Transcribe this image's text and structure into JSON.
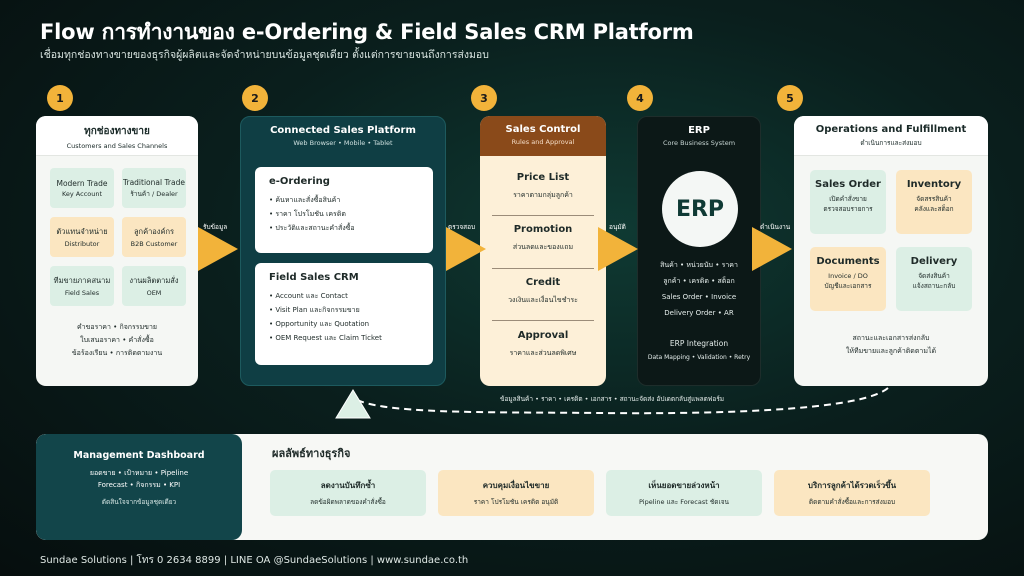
{
  "header": {
    "title": "Flow การทำงานของ e-Ordering & Field Sales CRM Platform",
    "subtitle": "เชื่อมทุกช่องทางขายของธุรกิจผู้ผลิตและจัดจำหน่ายบนข้อมูลชุดเดียว ตั้งแต่การขายจนถึงการส่งมอบ"
  },
  "steps": [
    "1",
    "2",
    "3",
    "4",
    "5"
  ],
  "stage1": {
    "title": "ทุกช่องทางขาย",
    "subtitle": "Customers and Sales Channels",
    "tiles": [
      {
        "a": "Modern Trade",
        "b": "Key Account"
      },
      {
        "a": "Traditional Trade",
        "b": "ร้านค้า / Dealer"
      },
      {
        "a": "ตัวแทนจำหน่าย",
        "b": "Distributor"
      },
      {
        "a": "ลูกค้าองค์กร",
        "b": "B2B Customer"
      },
      {
        "a": "ทีมขายภาคสนาม",
        "b": "Field Sales"
      },
      {
        "a": "งานผลิตตามสั่ง",
        "b": "OEM"
      }
    ],
    "footer": [
      "คำขอราคา • กิจกรรมขาย",
      "ใบเสนอราคา • คำสั่งซื้อ",
      "ข้อร้องเรียน • การติดตามงาน"
    ]
  },
  "stage2": {
    "title": "Connected Sales Platform",
    "subtitle": "Web Browser • Mobile • Tablet",
    "eordering": {
      "title": "e-Ordering",
      "items": [
        "• ค้นหาและสั่งซื้อสินค้า",
        "• ราคา โปรโมชัน เครดิต",
        "• ประวัติและสถานะคำสั่งซื้อ"
      ]
    },
    "crm": {
      "title": "Field Sales CRM",
      "items": [
        "• Account และ Contact",
        "• Visit Plan และกิจกรรมขาย",
        "• Opportunity และ Quotation",
        "• OEM Request และ Claim Ticket"
      ]
    }
  },
  "stage3": {
    "title": "Sales Control",
    "subtitle": "Rules and Approval",
    "items": [
      {
        "h": "Price List",
        "s": "ราคาตามกลุ่มลูกค้า"
      },
      {
        "h": "Promotion",
        "s": "ส่วนลดและของแถม"
      },
      {
        "h": "Credit",
        "s": "วงเงินและเงื่อนไขชำระ"
      },
      {
        "h": "Approval",
        "s": "ราคาและส่วนลดพิเศษ"
      }
    ]
  },
  "stage4": {
    "title": "ERP",
    "subtitle": "Core Business System",
    "circle": "ERP",
    "lines": [
      "สินค้า • หน่วยนับ • ราคา",
      "ลูกค้า • เครดิต • สต็อก",
      "Sales Order • Invoice",
      "Delivery Order • AR"
    ],
    "integration_title": "ERP Integration",
    "integration_sub": "Data Mapping • Validation • Retry"
  },
  "stage5": {
    "title": "Operations and Fulfillment",
    "subtitle": "ดำเนินการและส่งมอบ",
    "tiles": [
      {
        "h": "Sales Order",
        "s": "เปิดคำสั่งขาย\nตรวจสอบรายการ"
      },
      {
        "h": "Inventory",
        "s": "จัดสรรสินค้า\nคลังและสต็อก"
      },
      {
        "h": "Documents",
        "s": "Invoice / DO\nบัญชีและเอกสาร"
      },
      {
        "h": "Delivery",
        "s": "จัดส่งสินค้า\nแจ้งสถานะกลับ"
      }
    ],
    "footer": [
      "สถานะและเอกสารส่งกลับ",
      "ให้ทีมขายและลูกค้าติดตามได้"
    ]
  },
  "arrows": [
    "รับข้อมูล",
    "ตรวจสอบ",
    "อนุมัติ",
    "ดำเนินงาน"
  ],
  "feedback": "ข้อมูลสินค้า • ราคา • เครดิต • เอกสาร • สถานะจัดส่ง อัปเดตกลับสู่แพลตฟอร์ม",
  "dashboard": {
    "title": "Management Dashboard",
    "lines": [
      "ยอดขาย • เป้าหมาย • Pipeline",
      "Forecast • กิจกรรม • KPI"
    ],
    "note": "ตัดสินใจจากข้อมูลชุดเดียว"
  },
  "results": {
    "title": "ผลลัพธ์ทางธุรกิจ",
    "items": [
      {
        "h": "ลดงานบันทึกซ้ำ",
        "s": "ลดข้อผิดพลาดของคำสั่งซื้อ"
      },
      {
        "h": "ควบคุมเงื่อนไขขาย",
        "s": "ราคา โปรโมชัน เครดิต อนุมัติ"
      },
      {
        "h": "เห็นยอดขายล่วงหน้า",
        "s": "Pipeline และ Forecast ชัดเจน"
      },
      {
        "h": "บริการลูกค้าได้รวดเร็วขึ้น",
        "s": "ติดตามคำสั่งซื้อและการส่งมอบ"
      }
    ]
  },
  "footer": "Sundae Solutions | โทร 0 2634 8899 | LINE OA @SundaeSolutions | www.sundae.co.th",
  "colors": {
    "accent": "#f2b33a",
    "teal": "#0f3e44",
    "brown": "#8a4a1a",
    "mint": "#dcefe5",
    "cream": "#fbe6c1"
  }
}
